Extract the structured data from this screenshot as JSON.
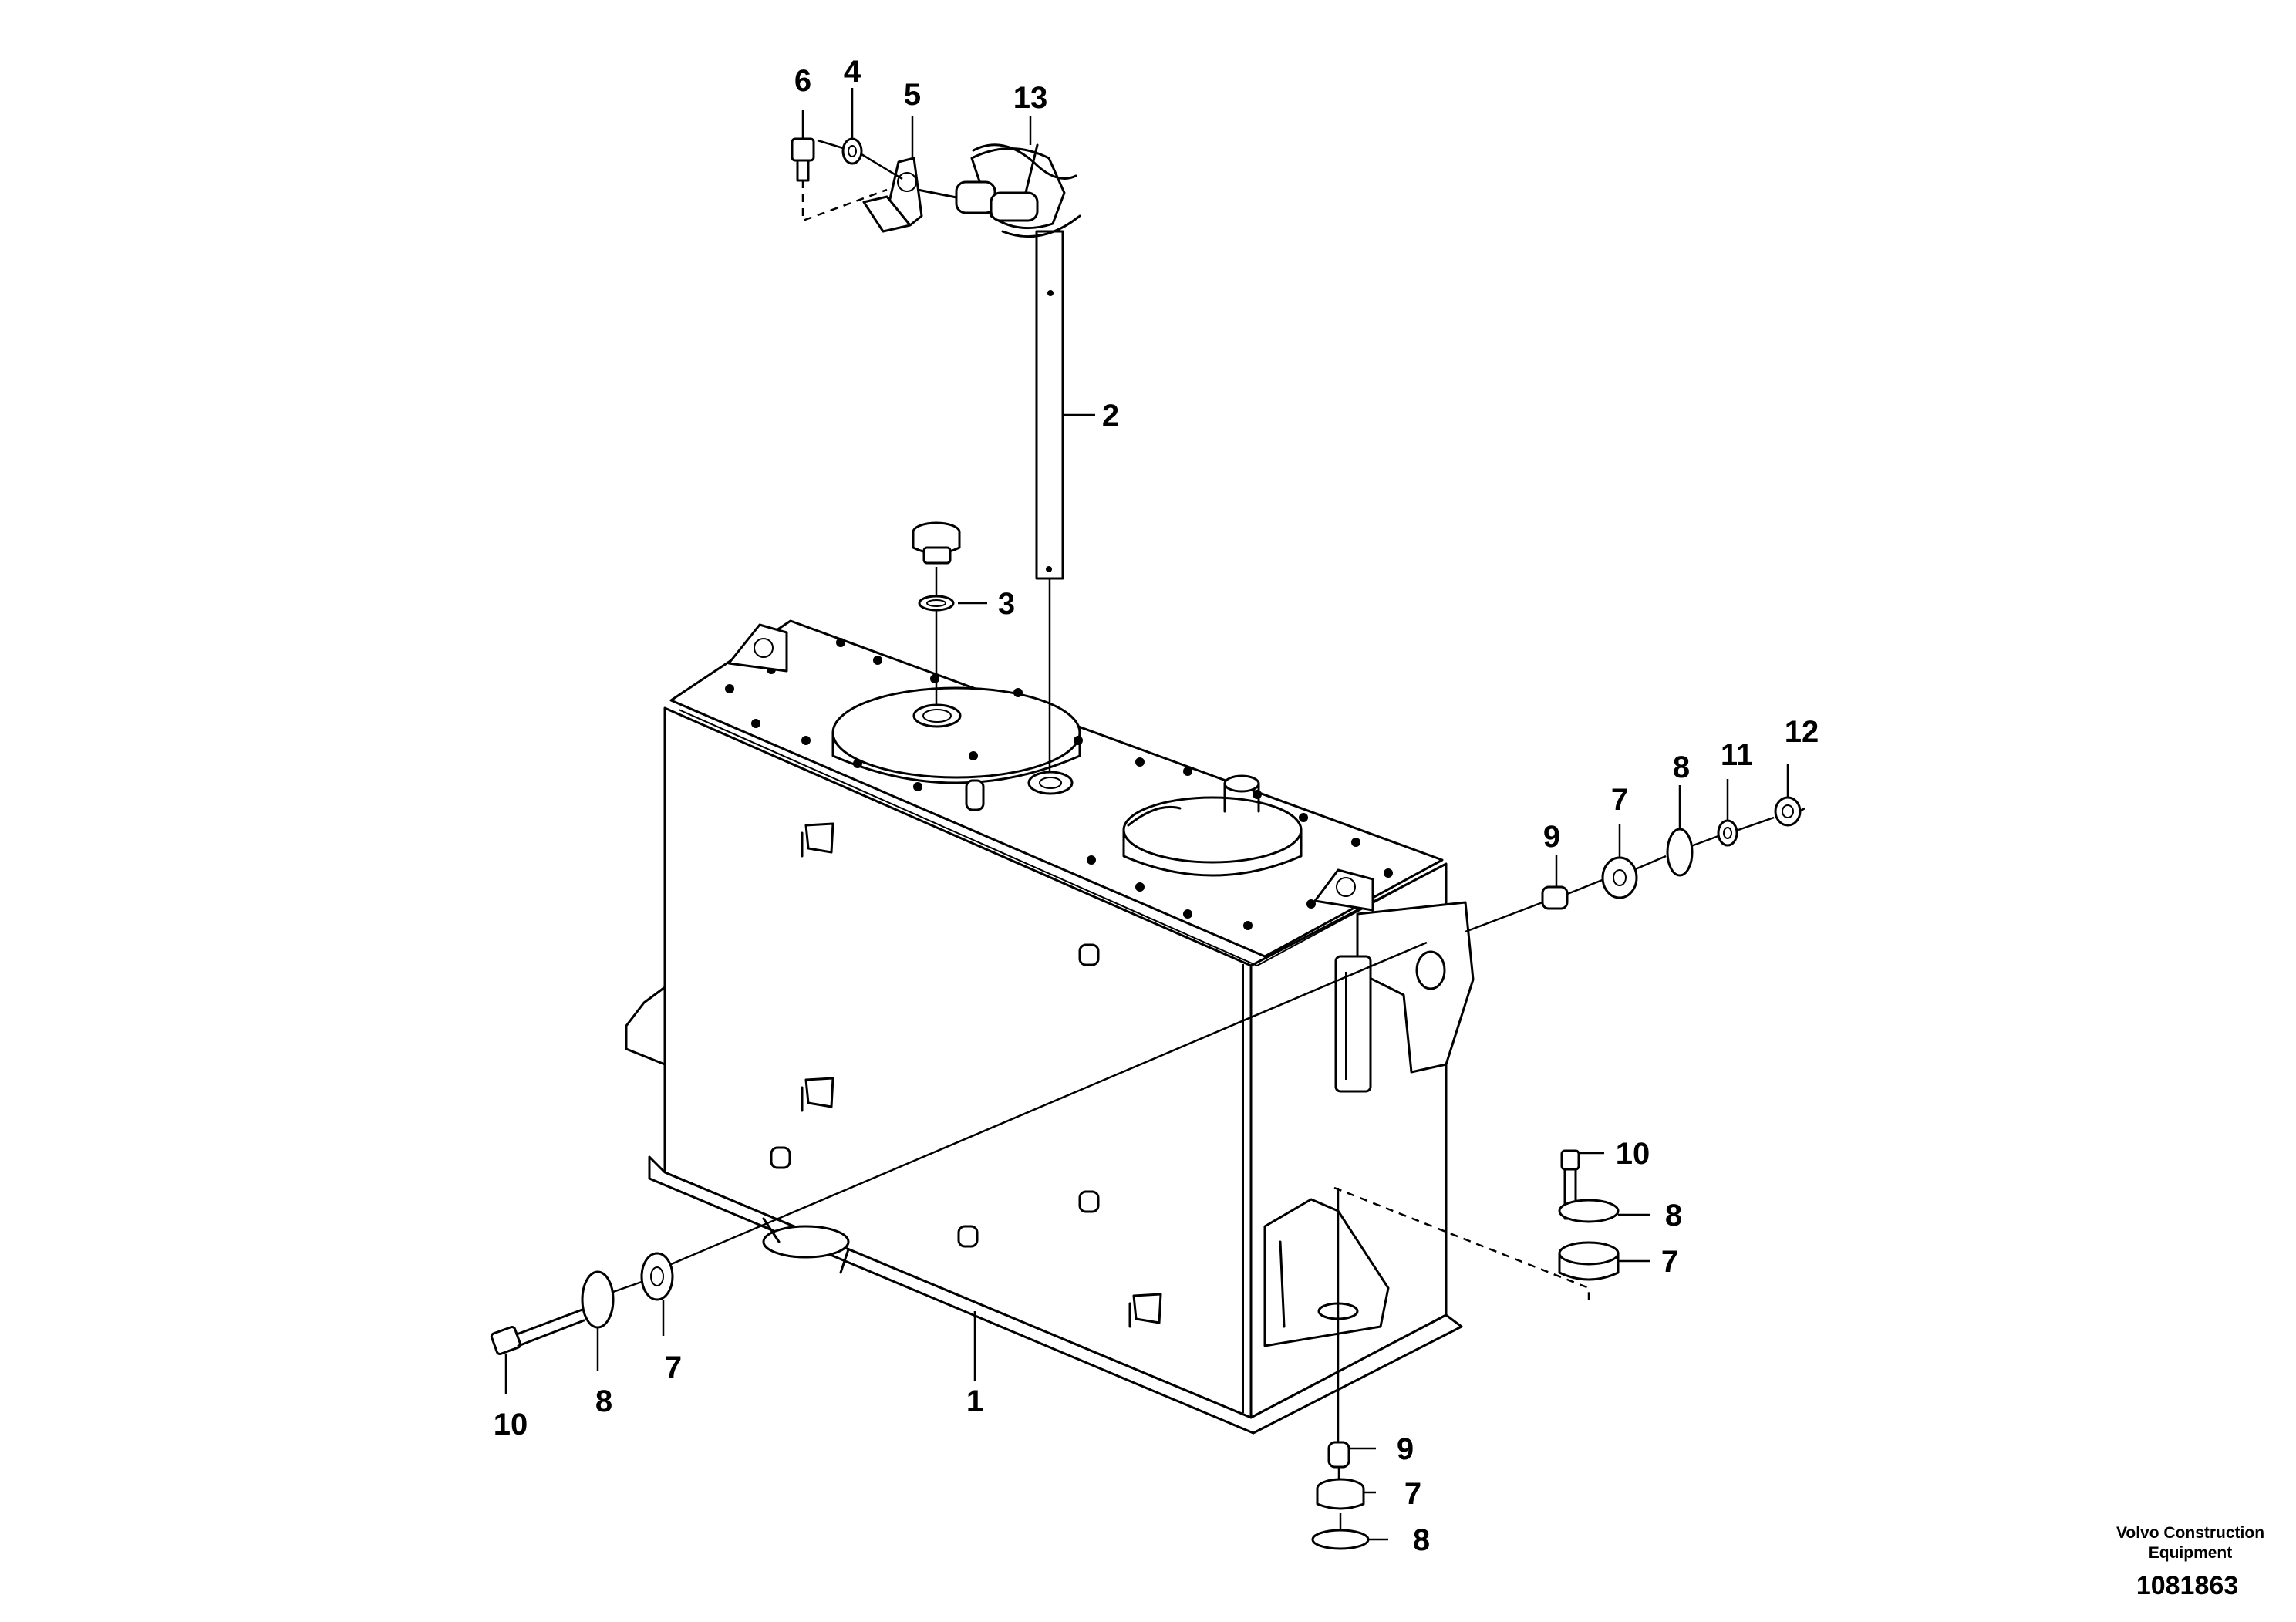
{
  "diagram": {
    "callouts": [
      "1",
      "2",
      "3",
      "4",
      "5",
      "6",
      "7",
      "7",
      "7",
      "7",
      "8",
      "8",
      "8",
      "8",
      "9",
      "9",
      "10",
      "10",
      "11",
      "12",
      "13"
    ],
    "footer": {
      "brand_line1": "Volvo Construction",
      "brand_line2": "Equipment",
      "doc_number": "1081863"
    }
  }
}
